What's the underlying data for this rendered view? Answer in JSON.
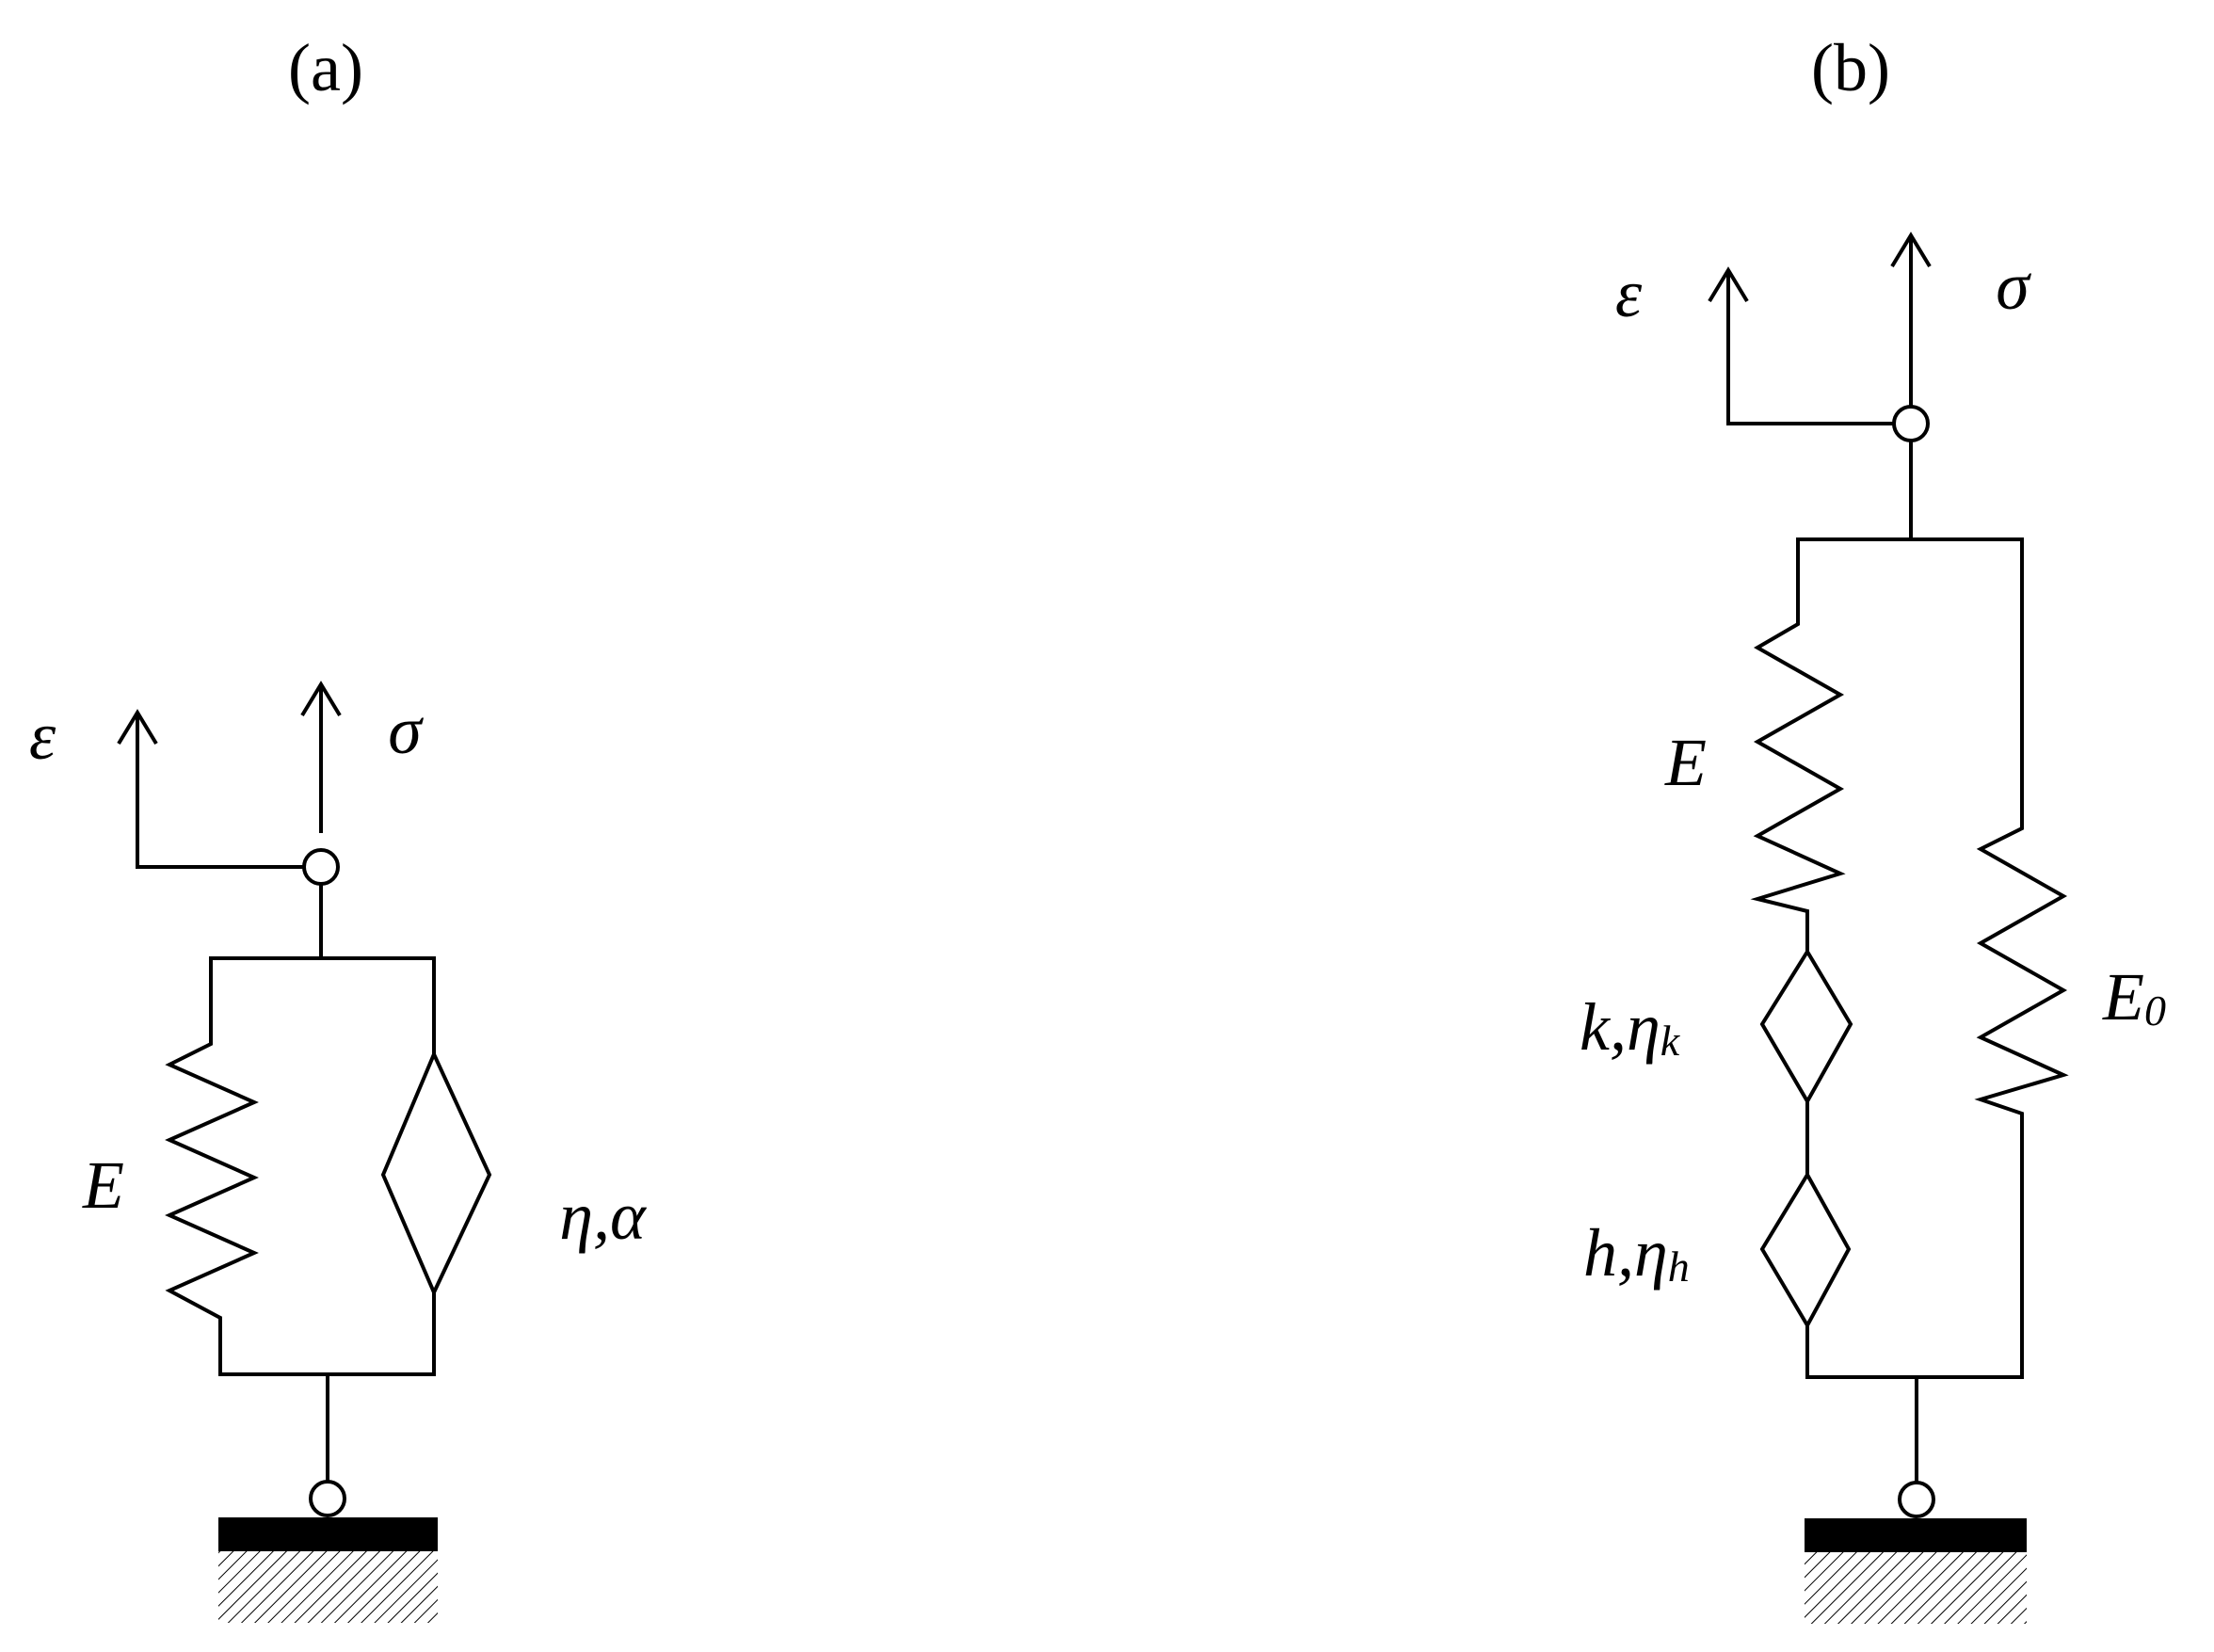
{
  "panel_a": {
    "caption": "(a)",
    "strain_symbol": "ε",
    "stress_symbol": "σ",
    "spring_label": "E",
    "element_label": "η,α"
  },
  "panel_b": {
    "caption": "(b)",
    "strain_symbol": "ε",
    "stress_symbol": "σ",
    "spring_label": "E",
    "element_k_main": "k,η",
    "element_k_sub": "k",
    "element_h_main": "h,η",
    "element_h_sub": "h",
    "spring0_main": "E",
    "spring0_sub": "0"
  }
}
